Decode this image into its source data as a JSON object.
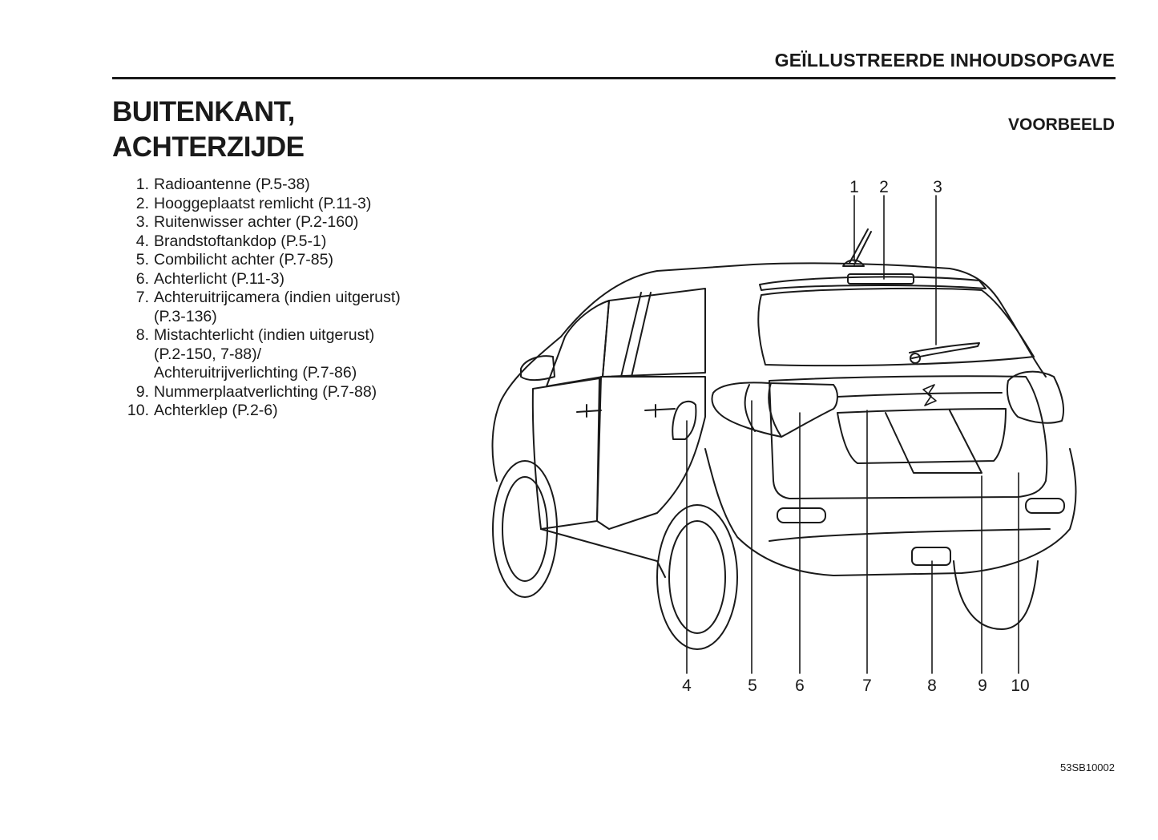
{
  "header": {
    "title": "GEÏLLUSTREERDE INHOUDSOPGAVE"
  },
  "section": {
    "title_line1": "BUITENKANT,",
    "title_line2": "ACHTERZIJDE"
  },
  "figure": {
    "label": "VOORBEELD",
    "code": "53SB10002"
  },
  "legend": [
    {
      "num": "1.",
      "text": "Radioantenne (P.5-38)"
    },
    {
      "num": "2.",
      "text": "Hooggeplaatst remlicht (P.11-3)"
    },
    {
      "num": "3.",
      "text": "Ruitenwisser achter (P.2-160)"
    },
    {
      "num": "4.",
      "text": "Brandstoftankdop (P.5-1)"
    },
    {
      "num": "5.",
      "text": "Combilicht achter (P.7-85)"
    },
    {
      "num": "6.",
      "text": "Achterlicht (P.11-3)"
    },
    {
      "num": "7.",
      "text": "Achteruitrijcamera (indien uitgerust)\n(P.3-136)"
    },
    {
      "num": "8.",
      "text": "Mistachterlicht (indien uitgerust)\n(P.2-150, 7-88)/\nAchteruitrijverlichting (P.7-86)"
    },
    {
      "num": "9.",
      "text": "Nummerplaatverlichting (P.7-88)"
    },
    {
      "num": "10.",
      "text": "Achterklep (P.2-6)"
    }
  ],
  "callouts": {
    "c1": "1",
    "c2": "2",
    "c3": "3",
    "c4": "4",
    "c5": "5",
    "c6": "6",
    "c7": "7",
    "c8": "8",
    "c9": "9",
    "c10": "10"
  }
}
